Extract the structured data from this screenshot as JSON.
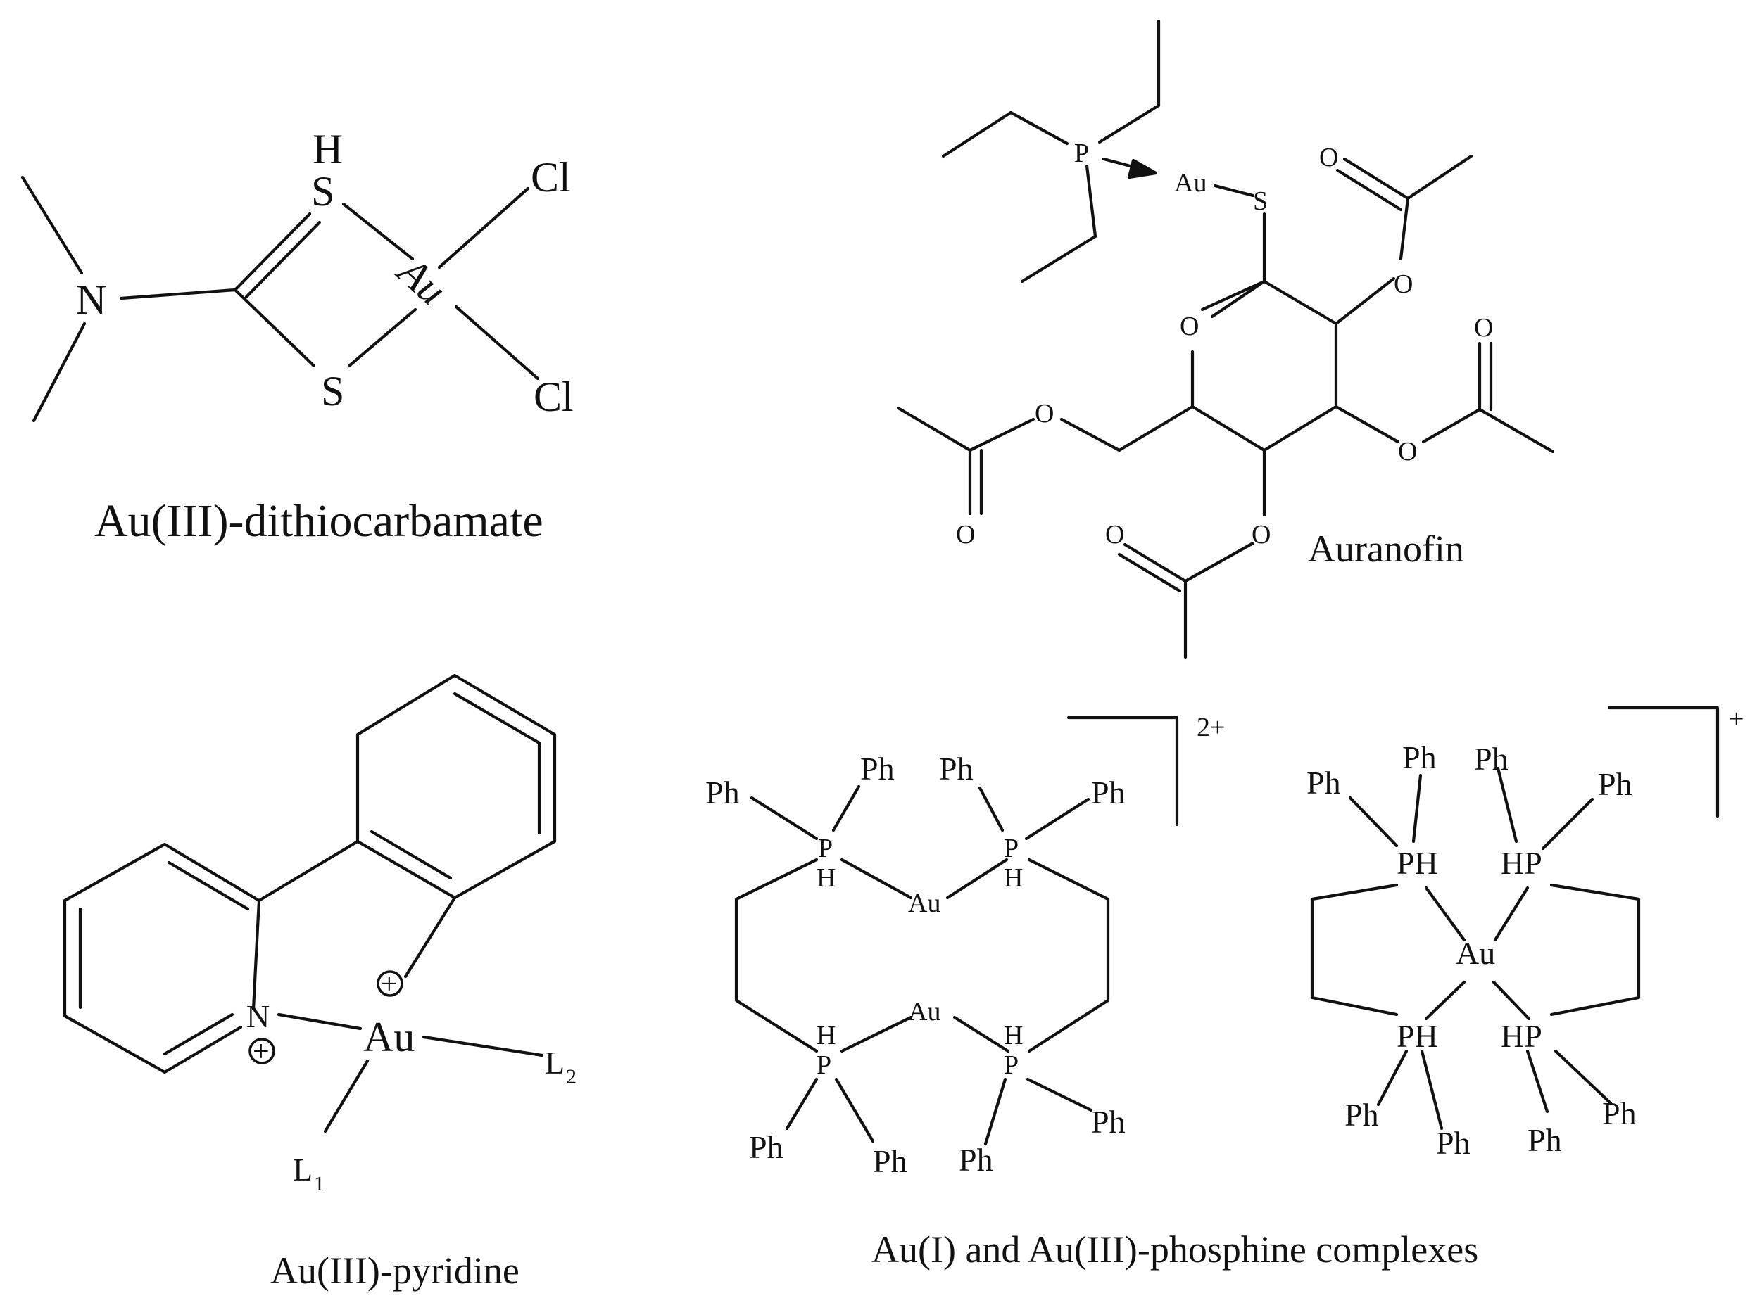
{
  "molecules": {
    "dithiocarbamate": {
      "caption": "Au(III)-dithiocarbamate",
      "atoms": {
        "n": "N",
        "s_top": "S",
        "h": "H",
        "s_bottom": "S",
        "au": "Au",
        "cl_top": "Cl",
        "cl_bottom": "Cl"
      }
    },
    "auranofin": {
      "caption": "Auranofin",
      "atoms": {
        "p": "P",
        "au": "Au",
        "s": "S",
        "o_ring": "O",
        "o_2": "O",
        "o_2c": "O",
        "o_3": "O",
        "o_3c": "O",
        "o_4": "O",
        "o_4c": "O",
        "o_6": "O",
        "o_6c": "O"
      }
    },
    "pyridine": {
      "caption": "Au(III)-pyridine",
      "atoms": {
        "n": "N",
        "au": "Au",
        "l1": "L",
        "l1_sub": "1",
        "l2": "L",
        "l2_sub": "2",
        "plus_sign": "+"
      }
    },
    "phosphine": {
      "caption": "Au(I) and Au(III)-phosphine complexes",
      "left": {
        "charge": "2+",
        "au_top": "Au",
        "au_bottom": "Au",
        "p": "P",
        "h": "H",
        "ph": "Ph"
      },
      "right": {
        "charge": "+",
        "au": "Au",
        "ph_label": "PH",
        "hp_label": "HP",
        "ph": "Ph"
      }
    }
  }
}
